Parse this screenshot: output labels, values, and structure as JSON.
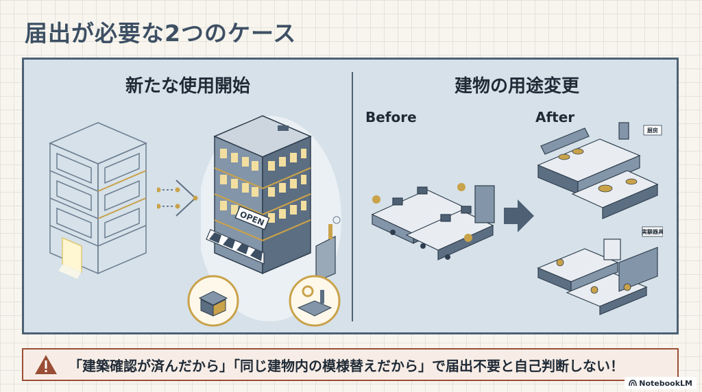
{
  "title": "届出が必要な2つのケース",
  "left": {
    "heading": "新たな使用開始",
    "shop_sign": "OPEN"
  },
  "right": {
    "heading": "建物の用途変更",
    "before_label": "Before",
    "after_label": "After",
    "kitchen_tag": "厨房",
    "lab_tag": "実験器具"
  },
  "warning": {
    "text": "「建築確認が済んだから」「同じ建物内の模様替えだから」で届出不要と自己判断しない！",
    "icon": "warning-triangle-icon",
    "color": "#9a4e35"
  },
  "watermark": "NotebookLM",
  "colors": {
    "panel": "#d6e1e9",
    "accent_gold": "#c9a24a",
    "dark_blue": "#4d6074"
  }
}
